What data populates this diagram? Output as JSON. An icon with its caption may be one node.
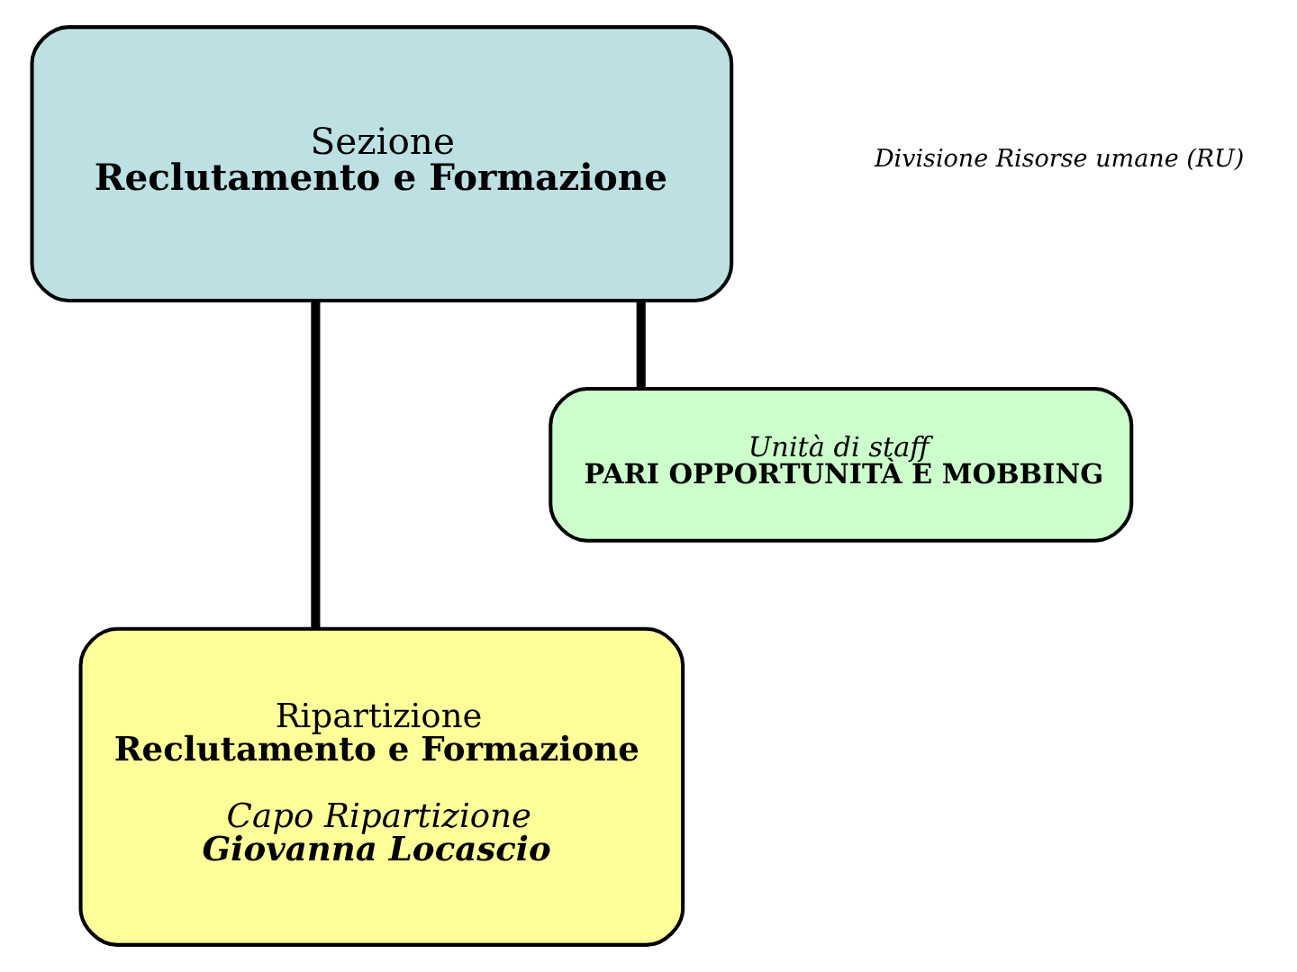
{
  "diagram": {
    "nodes": [
      {
        "text": [
          "Sezione",
          "Reclutamento e Formazione"
        ]
      },
      {
        "text": [
          "Unità di staff",
          "PARI OPPORTUNITÀ E MOBBING"
        ]
      },
      {
        "text": [
          "Ripartizione",
          "Reclutamento e Formazione",
          "Capo Ripartizione",
          "Giovanna Locascio"
        ]
      }
    ],
    "edges": [
      {
        "from": 0,
        "to": 2,
        "arrow": "none"
      },
      {
        "from": 0,
        "to": 1,
        "arrow": "none"
      }
    ],
    "labels": [
      "Divisione Risorse umane (RU)"
    ]
  }
}
